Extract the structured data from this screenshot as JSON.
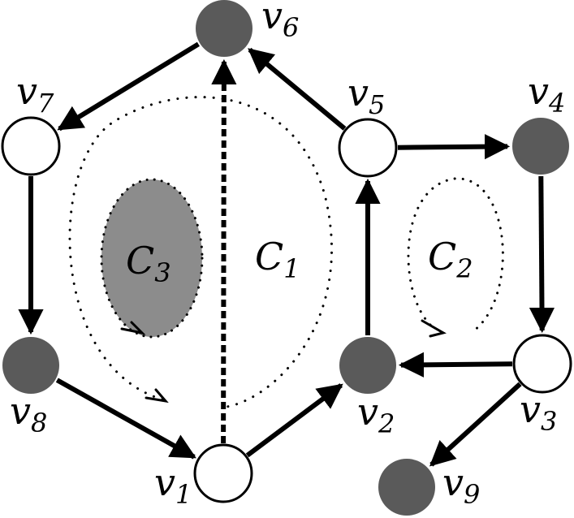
{
  "colors": {
    "filled_node": "#5a5a5a",
    "empty_node": "#ffffff",
    "stroke": "#000000",
    "c3_fill": "#8c8c8c"
  },
  "vertices": [
    {
      "id": "v1",
      "letter": "v",
      "index": "1",
      "fill": "empty"
    },
    {
      "id": "v2",
      "letter": "v",
      "index": "2",
      "fill": "filled"
    },
    {
      "id": "v3",
      "letter": "v",
      "index": "3",
      "fill": "empty"
    },
    {
      "id": "v4",
      "letter": "v",
      "index": "4",
      "fill": "filled"
    },
    {
      "id": "v5",
      "letter": "v",
      "index": "5",
      "fill": "empty"
    },
    {
      "id": "v6",
      "letter": "v",
      "index": "6",
      "fill": "filled"
    },
    {
      "id": "v7",
      "letter": "v",
      "index": "7",
      "fill": "empty"
    },
    {
      "id": "v8",
      "letter": "v",
      "index": "8",
      "fill": "filled"
    },
    {
      "id": "v9",
      "letter": "v",
      "index": "9",
      "fill": "filled"
    }
  ],
  "edges": [
    {
      "from": "v8",
      "to": "v1",
      "style": "solid"
    },
    {
      "from": "v1",
      "to": "v2",
      "style": "solid"
    },
    {
      "from": "v2",
      "to": "v5",
      "style": "solid"
    },
    {
      "from": "v5",
      "to": "v6",
      "style": "solid"
    },
    {
      "from": "v6",
      "to": "v7",
      "style": "solid"
    },
    {
      "from": "v7",
      "to": "v8",
      "style": "solid"
    },
    {
      "from": "v5",
      "to": "v4",
      "style": "solid"
    },
    {
      "from": "v4",
      "to": "v3",
      "style": "solid"
    },
    {
      "from": "v3",
      "to": "v2",
      "style": "solid"
    },
    {
      "from": "v3",
      "to": "v9",
      "style": "solid"
    },
    {
      "from": "v1",
      "to": "v6",
      "style": "dashed"
    }
  ],
  "cycles": [
    {
      "id": "C1",
      "letter": "C",
      "index": "1"
    },
    {
      "id": "C2",
      "letter": "C",
      "index": "2"
    },
    {
      "id": "C3",
      "letter": "C",
      "index": "3"
    }
  ]
}
